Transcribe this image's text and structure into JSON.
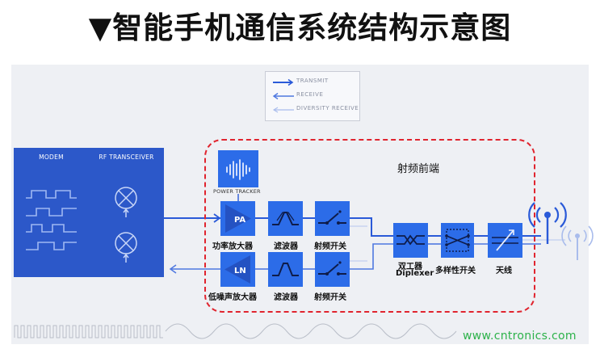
{
  "title": "▼智能手机通信系统结构示意图",
  "legend": {
    "transmit": "TRANSMIT",
    "receive": "RECEIVE",
    "diversity": "DIVERSITY RECEIVE"
  },
  "blocks": {
    "modem": "MODEM",
    "transceiver": "RF TRANSCEIVER",
    "power_tracker": "POWER TRACKER",
    "pa": "PA",
    "ln": "LN",
    "pa_label": "功率放大器",
    "lna_label": "低噪声放大器",
    "filter_tx_label": "滤波器",
    "filter_rx_label": "滤波器",
    "switch_tx_label": "射频开关",
    "switch_rx_label": "射频开关",
    "diplexer_cn": "双工器",
    "diplexer_en": "Diplexer",
    "multiplexer_label": "多样性开关",
    "antenna_label": "天线"
  },
  "rf_front_end_label": "射频前端",
  "watermark": "www.cntronics.com",
  "colors": {
    "block_dark": "#2c58c9",
    "block": "#2c6ce8",
    "line": "#2a5ad8",
    "line_light": "#8ea6e6",
    "dashed_border": "#e0242e",
    "watermark": "#2db24a"
  }
}
